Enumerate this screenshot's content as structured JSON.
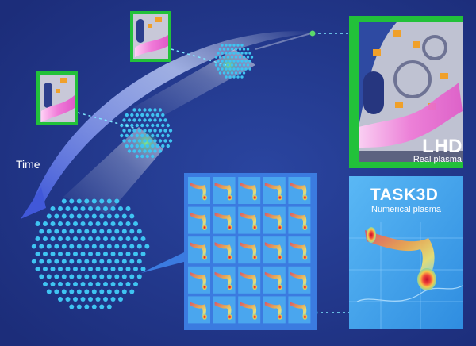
{
  "time_label": "Time",
  "real_panel": {
    "title": "LHD",
    "subtitle": "Real plasma"
  },
  "numerical_panel": {
    "title": "TASK3D",
    "subtitle": "Numerical plasma"
  },
  "colors": {
    "background": "#203586",
    "real_frame": "#22c13a",
    "numerical_frame": "#3aa0ef",
    "grid_frame": "#3b7be0",
    "particle": "#3fc4f2",
    "plasma": "#f07ad8",
    "arrow": "#4055d8"
  },
  "icons": [
    "lhd-device-thumbnail",
    "plasma-simulation-thumbnail",
    "particle-cluster"
  ]
}
